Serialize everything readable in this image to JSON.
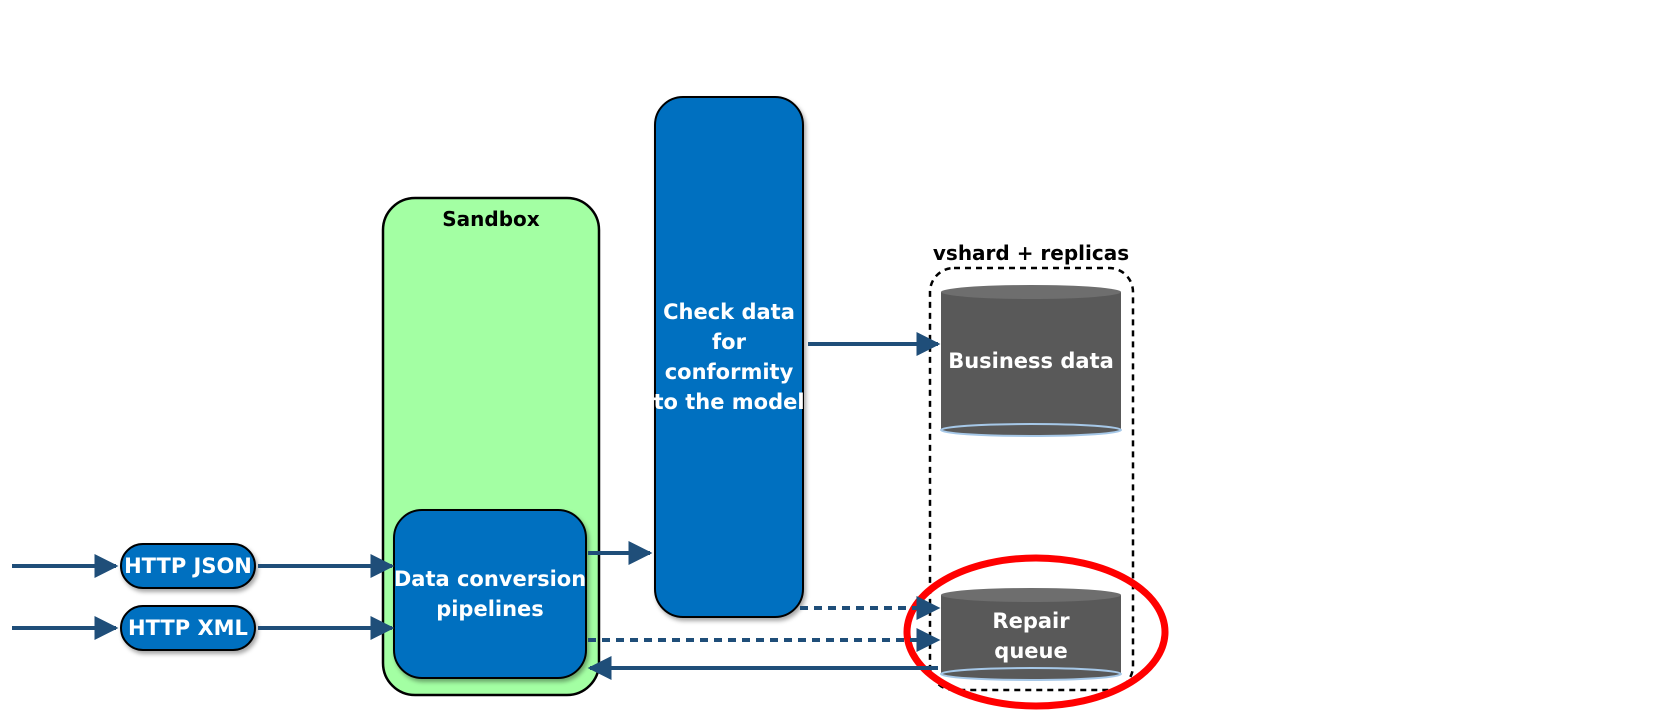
{
  "inputs": {
    "http_json": "HTTP JSON",
    "http_xml": "HTTP XML"
  },
  "sandbox": {
    "title": "Sandbox",
    "pipeline_line1": "Data conversion",
    "pipeline_line2": "pipelines"
  },
  "checker": {
    "line1": "Check data",
    "line2": "for",
    "line3": "conformity",
    "line4": "to the model"
  },
  "storage": {
    "title": "vshard + replicas",
    "business": "Business data",
    "repair_line1": "Repair",
    "repair_line2": "queue"
  },
  "colors": {
    "blue": "#0070c0",
    "arrow": "#1f4e79",
    "sandbox_fill": "#a3ffa3",
    "db_fill": "#595959",
    "highlight": "#ff0000"
  }
}
